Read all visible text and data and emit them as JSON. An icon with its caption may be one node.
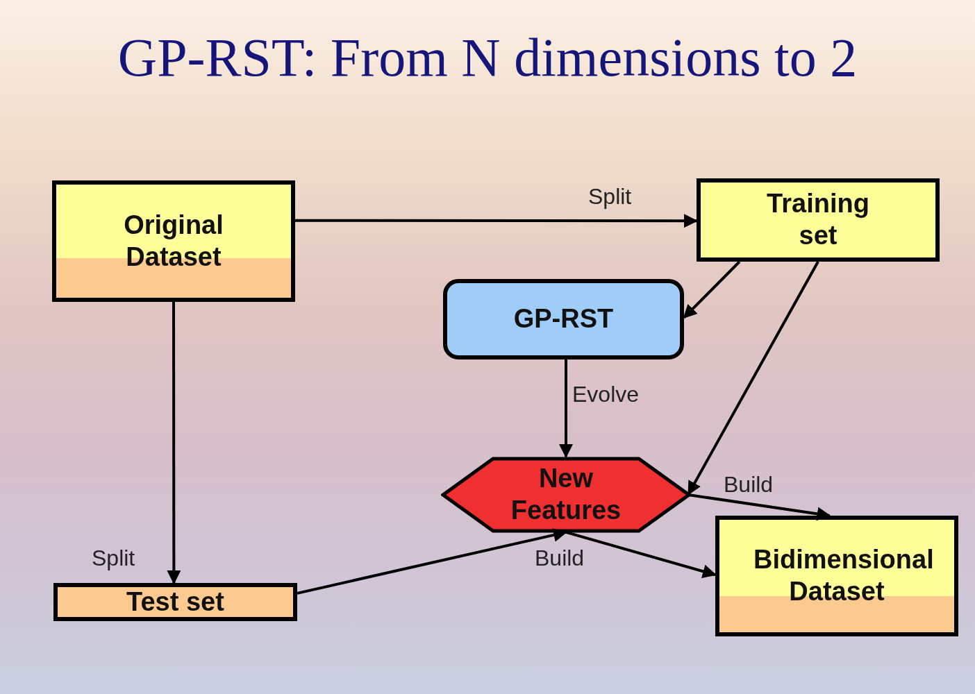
{
  "diagram": {
    "title": "GP-RST: From N dimensions to 2",
    "nodes": [
      {
        "text": [
          "Original Dataset"
        ]
      },
      {
        "text": [
          "Training set"
        ]
      },
      {
        "text": [
          "GP-RST"
        ]
      },
      {
        "text": [
          "New Features"
        ]
      },
      {
        "text": [
          "Test set"
        ]
      },
      {
        "text": [
          "Bidimensional Dataset"
        ]
      }
    ],
    "edges": [
      {
        "from": 0,
        "to": 1,
        "arrow": "to",
        "label": "Split"
      },
      {
        "from": 0,
        "to": 4,
        "arrow": "to",
        "label": "Split"
      },
      {
        "from": 1,
        "to": 2,
        "arrow": "to"
      },
      {
        "from": 1,
        "to": 3,
        "arrow": "to"
      },
      {
        "from": 2,
        "to": 3,
        "arrow": "to",
        "label": "Evolve"
      },
      {
        "from": 4,
        "to": 3,
        "arrow": "to"
      },
      {
        "from": 3,
        "to": 5,
        "arrow": "to",
        "label": "Build"
      },
      {
        "from": 3,
        "to": 5,
        "arrow": "to",
        "label": "Build"
      }
    ]
  }
}
